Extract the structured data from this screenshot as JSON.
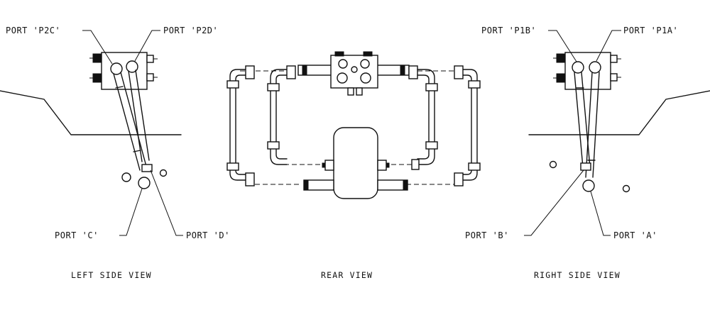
{
  "labels": {
    "port_p2c": "PORT 'P2C'",
    "port_p2d": "PORT 'P2D'",
    "port_p1b": "PORT 'P1B'",
    "port_p1a": "PORT 'P1A'",
    "port_c": "PORT 'C'",
    "port_d": "PORT 'D'",
    "port_b": "PORT 'B'",
    "port_a": "PORT 'A'"
  },
  "views": {
    "left": "LEFT SIDE VIEW",
    "rear": "REAR VIEW",
    "right": "RIGHT SIDE VIEW"
  }
}
